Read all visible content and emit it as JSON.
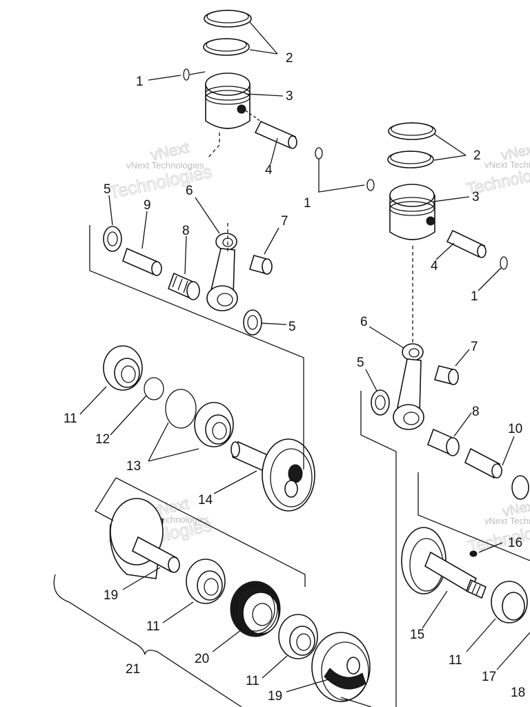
{
  "diagram": {
    "callouts": [
      "1",
      "2",
      "3",
      "4",
      "5",
      "6",
      "7",
      "8",
      "9",
      "10",
      "11",
      "12",
      "13",
      "14",
      "15",
      "16",
      "17",
      "18",
      "19",
      "20",
      "21"
    ]
  },
  "watermark": {
    "line1": "vNext Technologies",
    "line2": "vNext",
    "line3": "Technologies"
  }
}
